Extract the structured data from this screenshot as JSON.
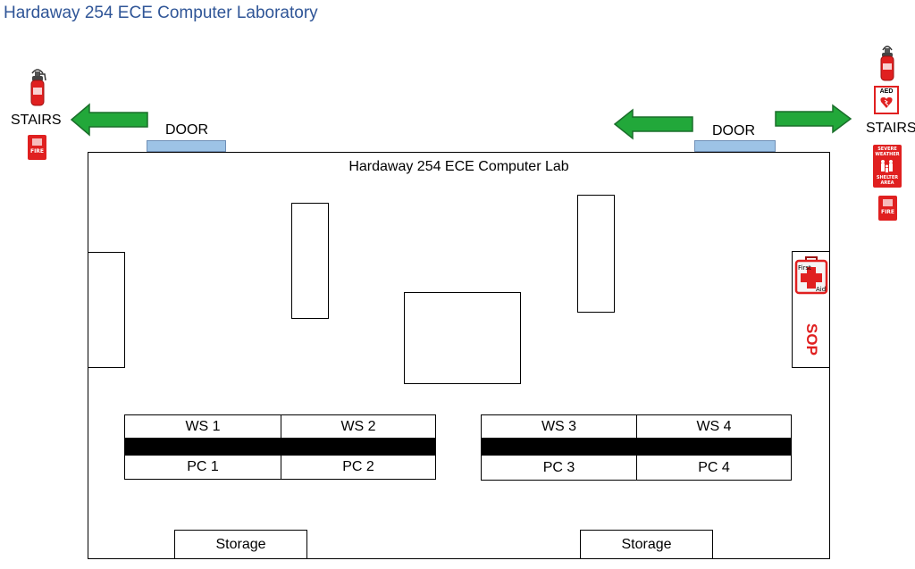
{
  "page": {
    "title": "Hardaway 254 ECE Computer Laboratory"
  },
  "room": {
    "label": "Hardaway 254 ECE Computer Lab"
  },
  "left": {
    "stairs_label": "STAIRS",
    "door_label": "DOOR",
    "fire_alarm_text": "FIRE"
  },
  "right": {
    "stairs_label": "STAIRS",
    "door_label": "DOOR",
    "aed_text": "AED",
    "shelter_lines": [
      "SEVERE",
      "WEATHER",
      "SHELTER",
      "AREA"
    ],
    "fire_alarm_text": "FIRE"
  },
  "first_aid": {
    "line1": "First",
    "line2": "Aid"
  },
  "sop_label": "SOP",
  "workstations": {
    "left_bench": {
      "ws": [
        "WS 1",
        "WS 2"
      ],
      "pc": [
        "PC 1",
        "PC 2"
      ]
    },
    "right_bench": {
      "ws": [
        "WS 3",
        "WS 4"
      ],
      "pc": [
        "PC 3",
        "PC 4"
      ]
    }
  },
  "storage": [
    "Storage",
    "Storage"
  ],
  "colors": {
    "title": "#2f5597",
    "arrow_fill": "#22a83a",
    "arrow_stroke": "#1a6e2a",
    "door": "#9dc3e6",
    "sign_red": "#e02020",
    "sop": "#e02020"
  },
  "icons": [
    "fire-extinguisher-icon",
    "fire-alarm-icon",
    "aed-icon",
    "shelter-sign-icon",
    "first-aid-kit-icon",
    "arrow-left-icon",
    "arrow-right-icon"
  ]
}
